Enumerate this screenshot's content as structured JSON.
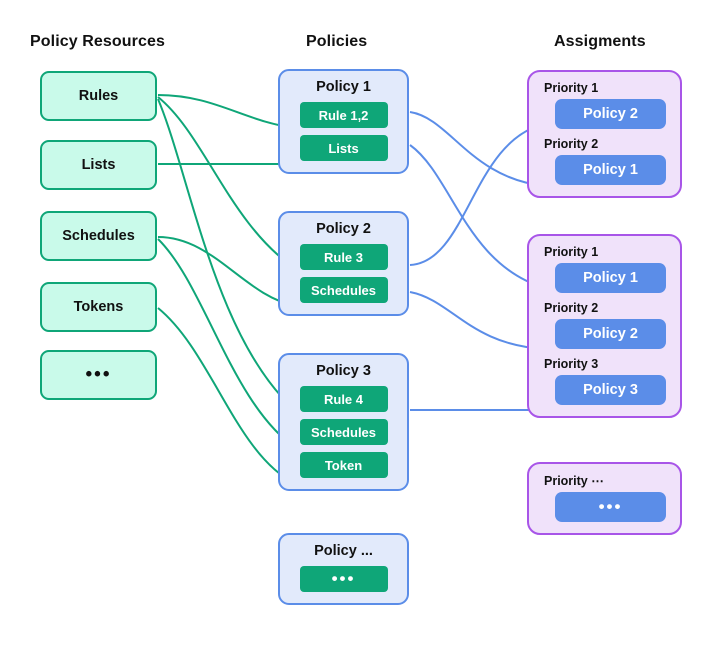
{
  "columns": {
    "resources_heading": "Policy Resources",
    "policies_heading": "Policies",
    "assignments_heading": "Assigments"
  },
  "resources": [
    {
      "label": "Rules"
    },
    {
      "label": "Lists"
    },
    {
      "label": "Schedules"
    },
    {
      "label": "Tokens"
    },
    {
      "label": "•••"
    }
  ],
  "policies": [
    {
      "title": "Policy 1",
      "items": [
        {
          "label": "Rule 1,2"
        },
        {
          "label": "Lists"
        }
      ]
    },
    {
      "title": "Policy 2",
      "items": [
        {
          "label": "Rule 3"
        },
        {
          "label": "Schedules"
        }
      ]
    },
    {
      "title": "Policy 3",
      "items": [
        {
          "label": "Rule 4"
        },
        {
          "label": "Schedules"
        },
        {
          "label": "Token"
        }
      ]
    },
    {
      "title": "Policy ...",
      "items": [
        {
          "label": "•••"
        }
      ]
    }
  ],
  "assignments": [
    {
      "rows": [
        {
          "priority": "Priority 1",
          "policy": "Policy 2"
        },
        {
          "priority": "Priority 2",
          "policy": "Policy 1"
        }
      ]
    },
    {
      "rows": [
        {
          "priority": "Priority 1",
          "policy": "Policy 1"
        },
        {
          "priority": "Priority 2",
          "policy": "Policy 2"
        },
        {
          "priority": "Priority 3",
          "policy": "Policy 3"
        }
      ]
    },
    {
      "rows": [
        {
          "priority": "Priority ⋯",
          "policy": "•••"
        }
      ]
    }
  ],
  "colors": {
    "resource_fill": "#C9FAEA",
    "resource_border": "#0FA678",
    "policy_fill": "#E2EAFB",
    "policy_border": "#5B8DE8",
    "policy_item_fill": "#0FA678",
    "assignment_fill": "#F0E2FA",
    "assignment_border": "#A855E8",
    "assignment_pill_fill": "#5B8DE8",
    "text": "#111111",
    "canvas": "#FFFFFF"
  }
}
